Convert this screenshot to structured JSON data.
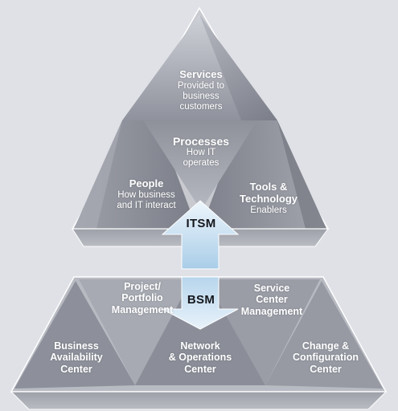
{
  "itsm": {
    "services": {
      "title": "Services",
      "sub": [
        "Provided to",
        "business",
        "customers"
      ]
    },
    "processes": {
      "title": "Processes",
      "sub": [
        "How IT",
        "operates"
      ]
    },
    "people": {
      "title": "People",
      "sub": [
        "How business",
        "and IT interact"
      ]
    },
    "tools": {
      "title": [
        "Tools &",
        "Technology"
      ],
      "sub": [
        "Enablers"
      ]
    }
  },
  "bsm": {
    "project": [
      "Project/",
      "Portfolio",
      "Management"
    ],
    "service_center": [
      "Service",
      "Center",
      "Management"
    ],
    "business": [
      "Business",
      "Availability",
      "Center"
    ],
    "network": [
      "Network",
      "& Operations",
      "Center"
    ],
    "change": [
      "Change &",
      "Configuration",
      "Center"
    ]
  },
  "arrow": {
    "up_label": "ITSM",
    "down_label": "BSM"
  }
}
